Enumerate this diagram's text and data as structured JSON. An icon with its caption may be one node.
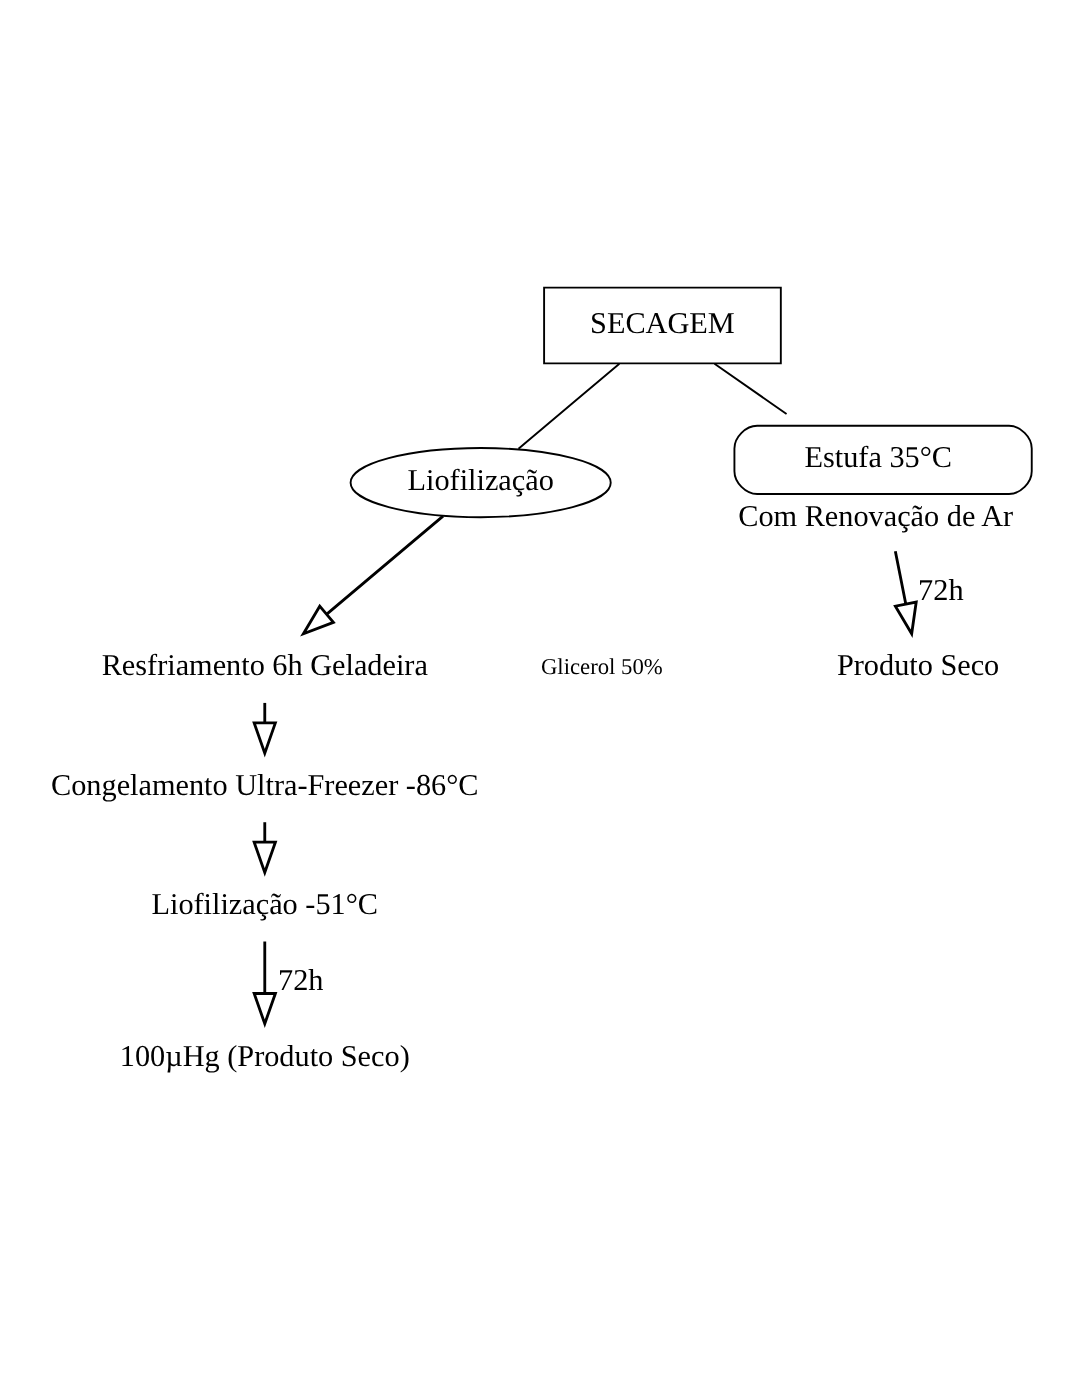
{
  "diagram": {
    "nodes": [
      {
        "text": [
          "SECAGEM"
        ]
      },
      {
        "text": [
          "Liofilização"
        ]
      },
      {
        "text": [
          "Estufa 35°C"
        ],
        "beside": [
          "Com Renovação de Ar"
        ]
      },
      {
        "text": [
          "Resfriamento 6h Geladeira"
        ]
      },
      {
        "text": [
          "Congelamento Ultra-Freezer -86°C"
        ]
      },
      {
        "text": [
          "Liofilização -51°C"
        ]
      },
      {
        "text": [
          "100µHg (Produto Seco)"
        ]
      },
      {
        "text": [
          "Produto Seco"
        ]
      }
    ],
    "edges": [
      {
        "from": 0,
        "to": 1,
        "arrow": "none"
      },
      {
        "from": 0,
        "to": 2,
        "arrow": "none"
      },
      {
        "from": 1,
        "to": 3,
        "arrow": "to"
      },
      {
        "from": 3,
        "to": 4,
        "arrow": "to"
      },
      {
        "from": 4,
        "to": 5,
        "arrow": "to"
      },
      {
        "from": 5,
        "to": 6,
        "arrow": "to",
        "label": "72h"
      },
      {
        "from": 2,
        "to": 7,
        "arrow": "to",
        "label": "72h"
      }
    ],
    "labels": [
      "Glicerol 50%"
    ]
  }
}
